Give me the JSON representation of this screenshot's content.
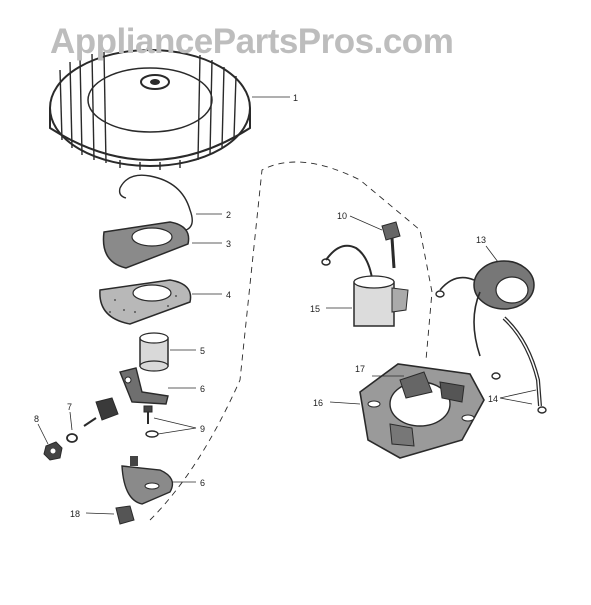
{
  "watermark": "AppliancePartsPros.com",
  "callouts": {
    "c1": "1",
    "c2": "2",
    "c3": "3",
    "c4": "4",
    "c5": "5",
    "c6a": "6",
    "c6b": "6",
    "c7": "7",
    "c8": "8",
    "c9": "9",
    "c10": "10",
    "c13": "13",
    "c14": "14",
    "c15": "15",
    "c16": "16",
    "c17": "17",
    "c18": "18"
  },
  "colors": {
    "ink": "#2a2a2a",
    "watermark": "#bdbdbd",
    "background": "#ffffff"
  }
}
